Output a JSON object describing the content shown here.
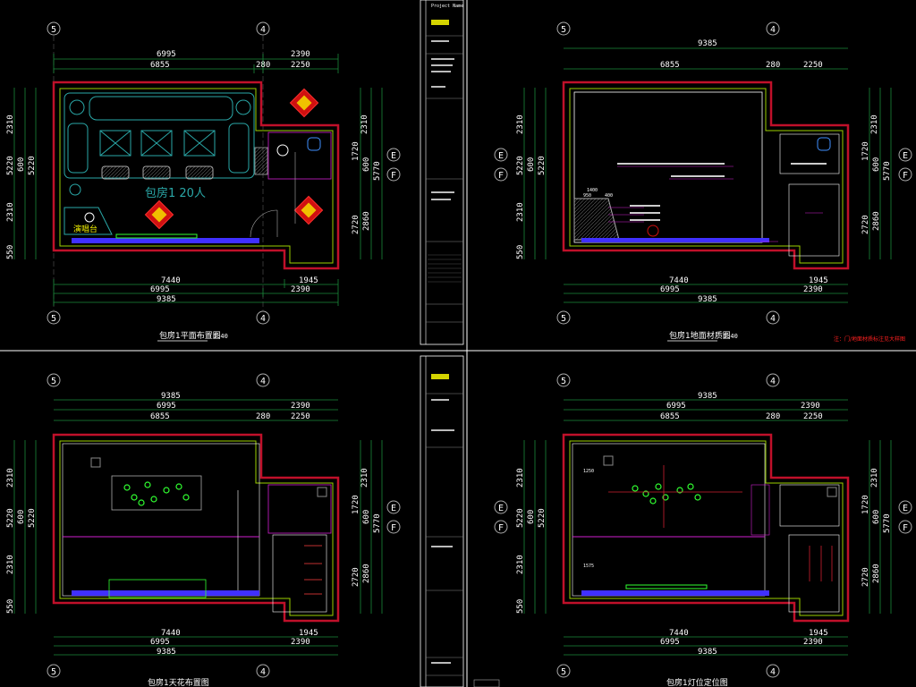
{
  "sheets": [
    {
      "grid_left": "5",
      "grid_right": "4",
      "dims_top": [
        "6995",
        "2390",
        "6855",
        "280",
        "2250"
      ],
      "dims_bottom": [
        "7440",
        "1945",
        "6995",
        "2390",
        "9385"
      ],
      "dims_left": [
        "2310",
        "600",
        "5220",
        "5220",
        "2310",
        "550"
      ],
      "dims_right": [
        "2310",
        "1720",
        "600",
        "5770",
        "2720",
        "2860"
      ],
      "axis_e": "E",
      "axis_f": "F",
      "room_label": "包房1  20人",
      "stage_label": "演唱台",
      "sheet_title": "包房1平面布置图",
      "scale": "1:40"
    },
    {
      "grid_left": "5",
      "grid_right": "4",
      "dims_top": [
        "9385",
        "6855",
        "280",
        "2250"
      ],
      "dims_bottom": [
        "7440",
        "1945",
        "6995",
        "2390",
        "9385"
      ],
      "dims_left": [
        "2310",
        "600",
        "5220",
        "5220",
        "2310",
        "550"
      ],
      "dims_right": [
        "2310",
        "1720",
        "600",
        "5770",
        "2720",
        "2860"
      ],
      "axis_e": "E",
      "axis_f": "F",
      "dim_small_1": "1400",
      "dim_small_2": "950",
      "dim_small_3": "400",
      "sheet_title": "包房1地面材质图",
      "scale": "1:40",
      "note": "注：门/地面材质标注见大样图"
    },
    {
      "grid_left": "5",
      "grid_right": "4",
      "dims_top": [
        "9385",
        "6995",
        "2390",
        "6855",
        "280",
        "2250"
      ],
      "dims_bottom": [
        "7440",
        "1945",
        "6995",
        "2390",
        "9385"
      ],
      "dims_left": [
        "2310",
        "600",
        "5220",
        "5220",
        "2310",
        "550"
      ],
      "dims_right": [
        "2310",
        "1720",
        "600",
        "5770",
        "2720",
        "2860"
      ],
      "axis_e": "E",
      "axis_f": "F",
      "sheet_title": "包房1天花布置图"
    },
    {
      "grid_left": "5",
      "grid_right": "4",
      "dims_top": [
        "9385",
        "6995",
        "2390",
        "6855",
        "280",
        "2250"
      ],
      "dims_bottom": [
        "7440",
        "1945",
        "6995",
        "2390",
        "9385"
      ],
      "dims_left": [
        "2310",
        "600",
        "5220",
        "5220",
        "2310",
        "550"
      ],
      "dims_right": [
        "2310",
        "1720",
        "600",
        "5770",
        "2720",
        "2860"
      ],
      "axis_e": "E",
      "axis_f": "F",
      "dim_small_1": "1250",
      "dim_small_2": "1575",
      "sheet_title": "包房1灯位定位图"
    }
  ],
  "title_blocks": [
    {
      "project": "Project Name"
    },
    {
      "project": ""
    }
  ],
  "colors": {
    "background": "#000000",
    "wall": "#c0102a",
    "wall_inner": "#9bd000",
    "furniture": "#2aa8a8",
    "magenta": "#d020d0",
    "blue_edge": "#4030ff",
    "dim_line": "#1a8a3a",
    "yellow": "#f0f000",
    "green_fixture": "#30ff30"
  },
  "icons": [
    "grid-bubble-icon",
    "room-number-diamond-icon",
    "downlight-icon",
    "door-swing-icon"
  ]
}
